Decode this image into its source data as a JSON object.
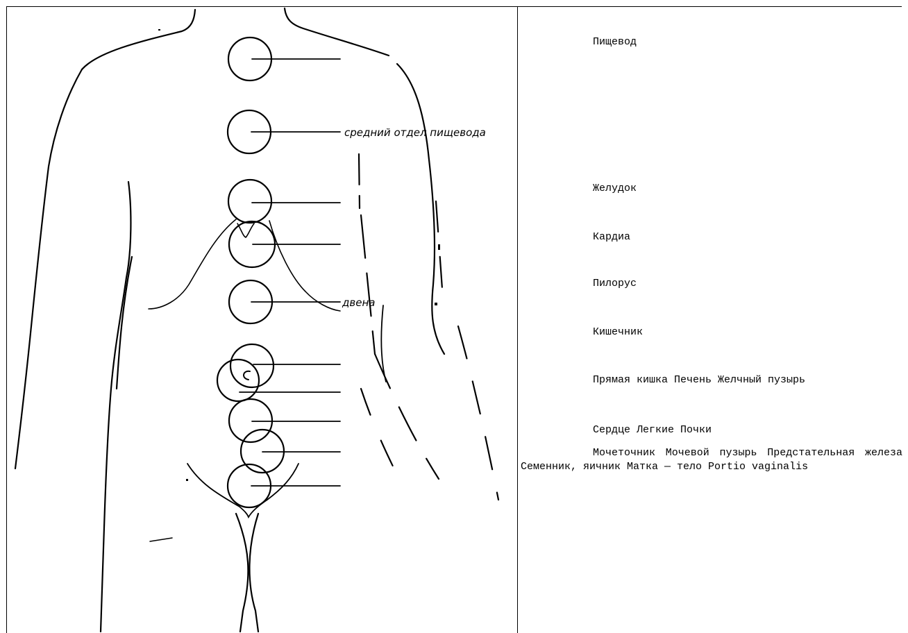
{
  "diagram": {
    "labels": [
      {
        "id": "label-middle-esophagus",
        "text": "средний отдел пищевода"
      },
      {
        "id": "label-duodenum",
        "text": "двена"
      }
    ]
  },
  "organs": {
    "esophagus": "Пищевод",
    "stomach": "Желудок",
    "cardia": "Кардиа",
    "pylorus": "Пилорус",
    "intestine": "Кишечник",
    "line_rectum_liver_gallbladder": "Прямая кишка Печень Желчный пузырь",
    "line_heart_lungs_kidneys": "Сердце Легкие Почки",
    "paragraph_urinary_reproductive": "Мочеточник Мочевой пузырь Предстательная железа Семенник, яичник Матка — тело Portio vaginalis"
  }
}
